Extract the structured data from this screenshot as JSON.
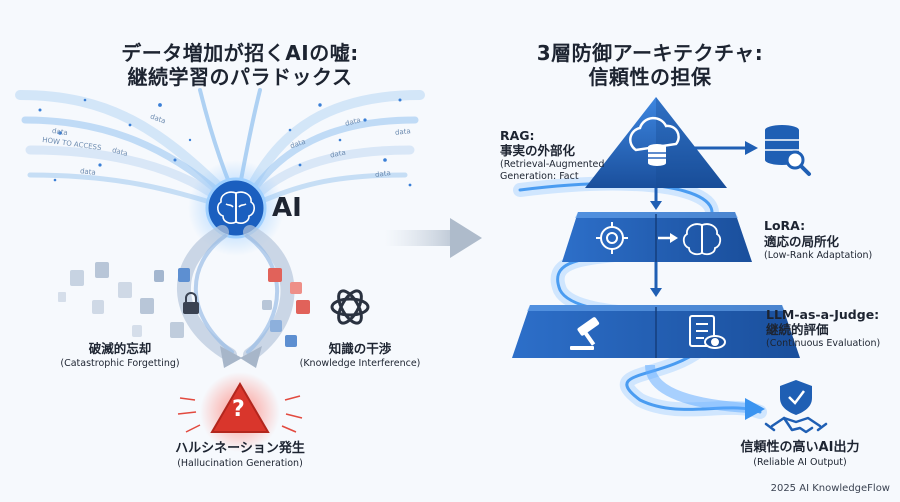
{
  "left": {
    "title_line1": "データ増加が招くAIの嘘:",
    "title_line2": "継続学習のパラドックス",
    "ai_label": "AI",
    "stream_words": [
      "data",
      "HOW TO ACCESS",
      "data",
      "data",
      "data",
      "data",
      "data",
      "data",
      "data",
      "data"
    ],
    "forgetting": {
      "jp": "破滅的忘却",
      "en": "(Catastrophic Forgetting)"
    },
    "interference": {
      "jp": "知識の干渉",
      "en": "(Knowledge Interference)"
    },
    "hallucination": {
      "jp": "ハルシネーション発生",
      "en": "(Hallucination Generation)"
    }
  },
  "right": {
    "title_line1": "3層防御アーキテクチャ:",
    "title_line2": "信頼性の担保",
    "rag": {
      "head": "RAG:",
      "jp": "事実の外部化",
      "en1": "(Retrieval-Augmented",
      "en2": "Generation: Fact"
    },
    "lora": {
      "head": "LoRA:",
      "jp": "適応の局所化",
      "en": "(Low-Rank Adaptation)"
    },
    "judge": {
      "head": "LLM-as-a-Judge:",
      "jp": "継続的評価",
      "en": "(Continuous Evaluation)"
    },
    "output": {
      "jp": "信頼性の高いAI出力",
      "en": "(Reliable AI Output)"
    }
  },
  "footer": "2025 AI KnowledgeFlow",
  "colors": {
    "blue": "#1f5fb4",
    "light_blue": "#5aa7ff",
    "red": "#d9362c",
    "bg": "#f6f9fd"
  }
}
